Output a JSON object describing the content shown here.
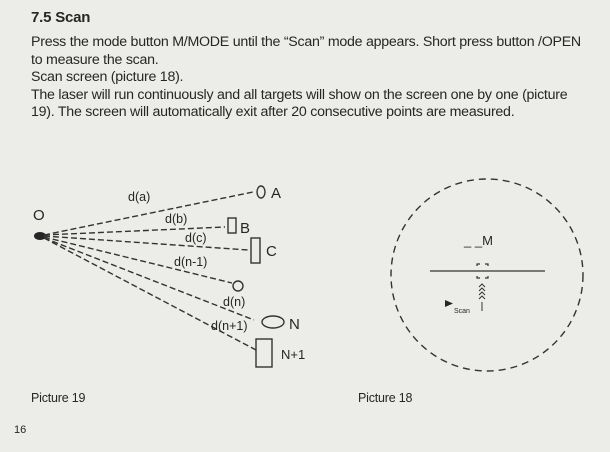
{
  "section": {
    "title": "7.5 Scan"
  },
  "paragraphs": [
    "Press the mode button M/MODE until the “Scan” mode appears. Short press button /OPEN to measure the scan.",
    "Scan screen (picture 18).",
    "The laser will run continuously and all targets will show on the screen one by one (picture 19). The screen will automatically exit after 20 consecutive points are measured."
  ],
  "picture19": {
    "caption": "Picture 19",
    "origin_label": "O",
    "targets": [
      {
        "distance": "d(a)",
        "name": "A"
      },
      {
        "distance": "d(b)",
        "name": "B"
      },
      {
        "distance": "d(c)",
        "name": "C"
      },
      {
        "distance": "d(n-1)",
        "name": ""
      },
      {
        "distance": "d(n)",
        "name": ""
      },
      {
        "distance": "d(n+1)",
        "name": "N"
      },
      {
        "distance": "",
        "name": "N+1"
      }
    ]
  },
  "picture18": {
    "caption": "Picture 18",
    "display_value": "_ _M",
    "mode_label": "Scan"
  },
  "page_number": "16"
}
